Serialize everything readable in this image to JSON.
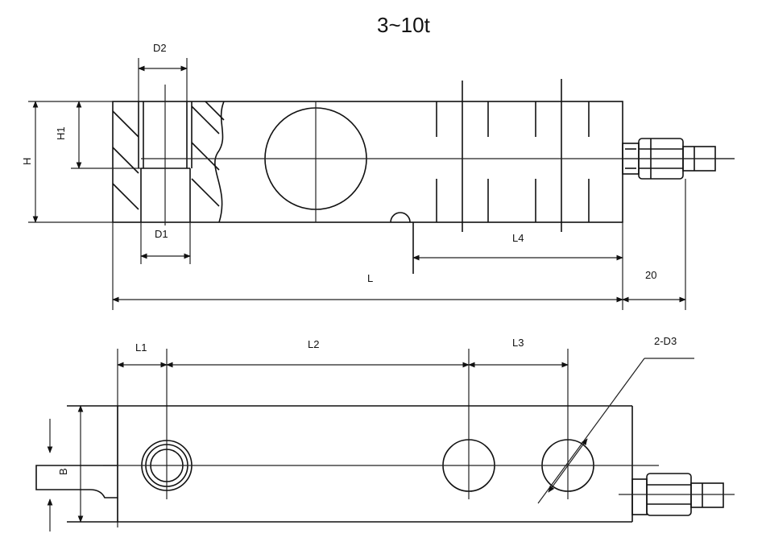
{
  "title": "3~10t",
  "labels": {
    "D2": "D2",
    "H1": "H1",
    "H": "H",
    "D1": "D1",
    "L4": "L4",
    "L": "L",
    "dim20": "20",
    "L1": "L1",
    "L2": "L2",
    "L3": "L3",
    "D3": "2-D3",
    "B": "B"
  }
}
